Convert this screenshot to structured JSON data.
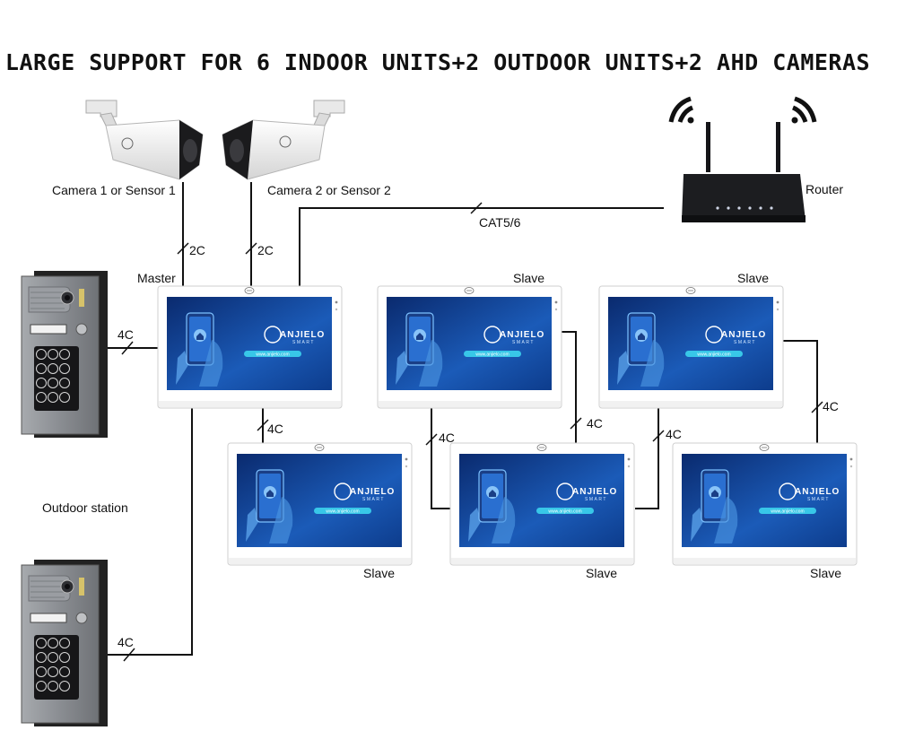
{
  "title": "LARGE SUPPORT FOR 6 INDOOR UNITS+2 OUTDOOR UNITS+2 AHD CAMERAS",
  "cameras": {
    "camera1": "Camera 1 or Sensor 1",
    "camera2": "Camera 2 or Sensor 2"
  },
  "router": "Router",
  "outdoor_station": "Outdoor station",
  "monitors": {
    "master": "Master",
    "slave": "Slave",
    "brand": "ANJIELO",
    "brand_sub": "SMART",
    "url": "www.anjielo.com"
  },
  "wires": {
    "two_core": "2C",
    "four_core": "4C",
    "network": "CAT5/6"
  },
  "colors": {
    "screen_dark": "#0a2a6e",
    "screen_light": "#2b7fd9",
    "panel_metal": "#8e9196",
    "router_body": "#1c1d20"
  }
}
